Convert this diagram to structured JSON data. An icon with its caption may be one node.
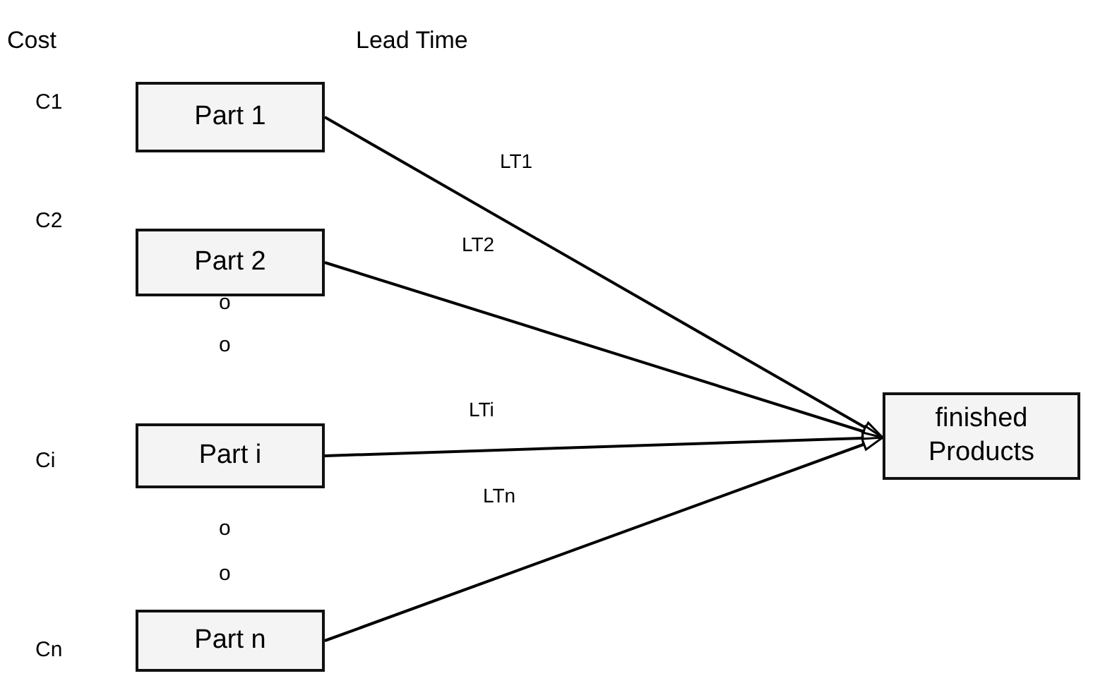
{
  "diagram": {
    "nodes": [
      {
        "text": [
          "Part 1"
        ],
        "beside": [
          "C1"
        ]
      },
      {
        "text": [
          "Part 2"
        ],
        "beside": [
          "C2"
        ]
      },
      {
        "text": [
          "Part i"
        ],
        "beside": [
          "Ci"
        ]
      },
      {
        "text": [
          "Part n"
        ],
        "beside": [
          "Cn"
        ]
      },
      {
        "text": [
          "finished Products"
        ]
      }
    ],
    "edges": [
      {
        "from": 0,
        "to": 4,
        "arrow": "to",
        "label": "LT1"
      },
      {
        "from": 1,
        "to": 4,
        "arrow": "to",
        "label": "LT2"
      },
      {
        "from": 2,
        "to": 4,
        "arrow": "to",
        "label": "LTi"
      },
      {
        "from": 3,
        "to": 4,
        "arrow": "to",
        "label": "LTn"
      }
    ],
    "labels": [
      "Cost",
      "Lead Time",
      "o",
      "o",
      "o",
      "o"
    ]
  }
}
